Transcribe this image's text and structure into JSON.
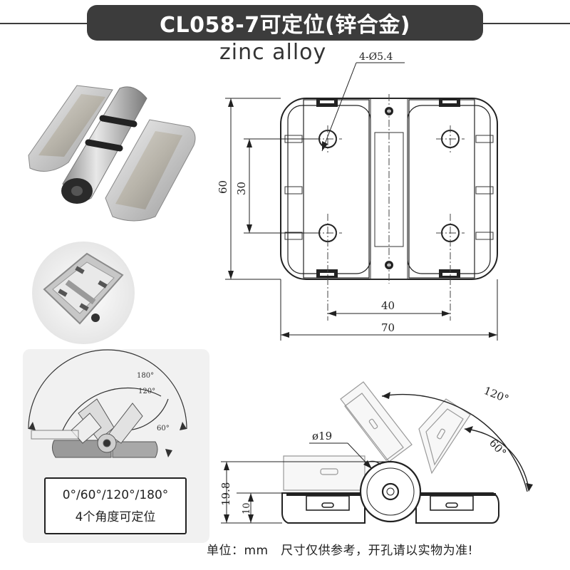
{
  "header": {
    "title": "CL058-7可定位(锌合金)",
    "subtitle": "zinc alloy"
  },
  "front_view": {
    "hole_label": "4-Ø5.4",
    "height_outer": "60",
    "height_holes": "30",
    "width_holes": "40",
    "width_outer": "70"
  },
  "side_view": {
    "diameter_label": "ø19",
    "angle_120": "120°",
    "angle_60": "60°",
    "height_total": "19.8",
    "height_leaf": "10"
  },
  "angle_panel": {
    "angle_180": "180°",
    "angle_120": "120°",
    "angle_60": "60°",
    "line1": "0°/60°/120°/180°",
    "line2": "4个角度可定位"
  },
  "footer": {
    "text": "单位：mm　尺寸仅供参考，开孔请以实物为准!"
  }
}
